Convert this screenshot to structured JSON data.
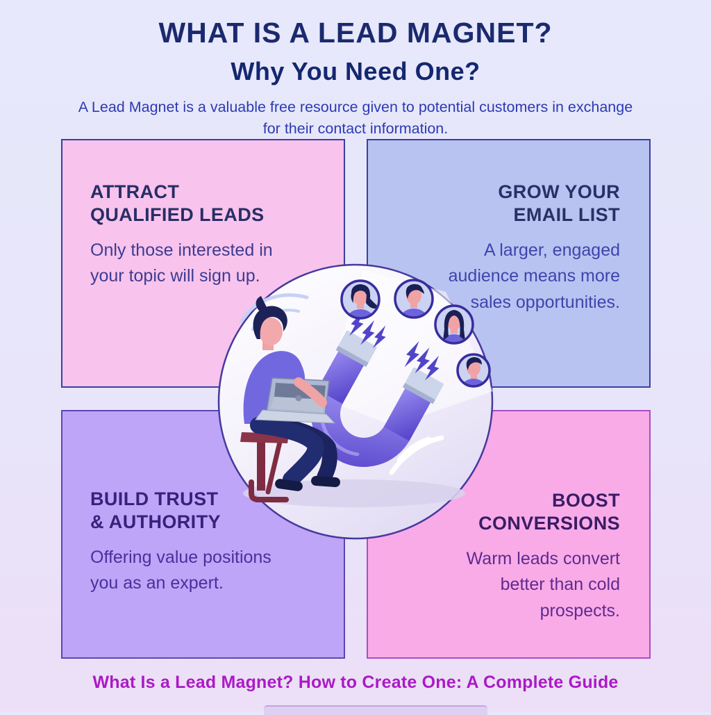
{
  "header": {
    "title": "WHAT IS A LEAD MAGNET?",
    "subtitle": "Why You Need One?",
    "description": "A Lead Magnet is a valuable free resource given to potential customers in exchange for their contact information."
  },
  "cards": [
    {
      "id": "attract-qualified-leads",
      "heading_line1": "ATTRACT",
      "heading_line2": "QUALIFIED LEADS",
      "body": "Only those interested in your topic will sign up.",
      "align": "left"
    },
    {
      "id": "grow-your-email-list",
      "heading_line1": "GROW YOUR",
      "heading_line2": "EMAIL LIST",
      "body": "A larger, engaged audience means more sales opportunities.",
      "align": "right"
    },
    {
      "id": "build-trust-authority",
      "heading_line1": "BUILD TRUST",
      "heading_line2": "& AUTHORITY",
      "body": "Offering value positions you as an expert.",
      "align": "left"
    },
    {
      "id": "boost-conversions",
      "heading_line1": "BOOST",
      "heading_line2": "CONVERSIONS",
      "body": "Warm leads convert better than cold prospects.",
      "align": "right"
    }
  ],
  "footer": {
    "caption": "What Is a Lead Magnet? How to Create One: A Complete Guide"
  },
  "illustration": {
    "name": "person-with-laptop-and-horseshoe-magnet-attracting-lead-avatars",
    "avatar_count": 4,
    "elements": [
      "horseshoe-magnet",
      "lightning-bolts",
      "laptop",
      "stool",
      "lead-avatars",
      "motion-arcs"
    ]
  },
  "colors": {
    "title": "#1b2a6e",
    "subtitle": "#14276f",
    "description": "#2c3ab2",
    "background_top": "#e7e8fb",
    "background_bottom": "#ecdff7",
    "card_attract_bg": "#f8c3ec",
    "card_attract_border": "#3a3f9e",
    "card_attract_heading": "#272e66",
    "card_attract_body": "#3d3c92",
    "card_grow_bg": "#b9c3f1",
    "card_grow_border": "#3a3f9e",
    "card_grow_heading": "#293067",
    "card_grow_body": "#3f44ad",
    "card_trust_bg": "#bfa5f7",
    "card_trust_border": "#5b46b2",
    "card_trust_heading": "#38217c",
    "card_trust_body": "#4a2f9d",
    "card_boost_bg": "#f9abe7",
    "card_boost_border": "#a74fc6",
    "card_boost_heading": "#3a1c66",
    "card_boost_body": "#5e2b8f",
    "footer_caption": "#ab1ac5",
    "magnet_body": "#6a58d8",
    "magnet_pole_cap": "#ccd5e9",
    "lightning_bolt": "#5144c9",
    "illustration_circle_border": "#453a9e"
  }
}
